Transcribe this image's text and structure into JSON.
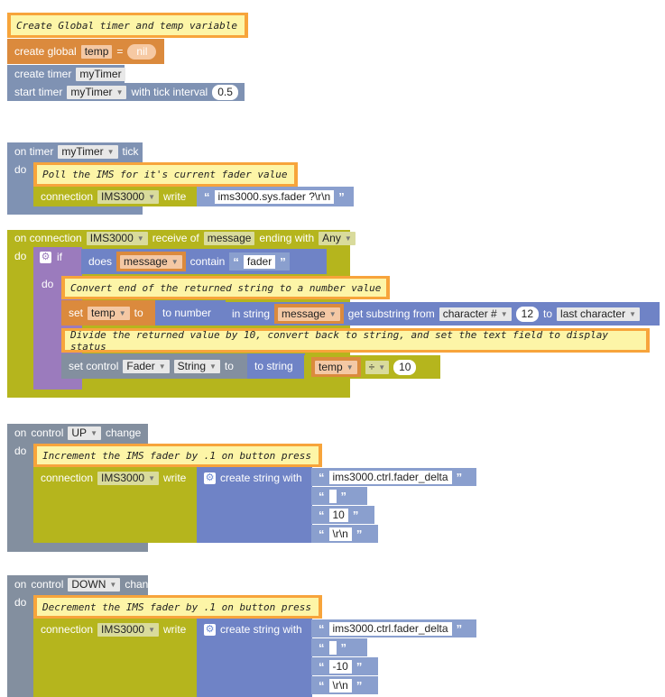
{
  "comments": {
    "c1": "Create Global timer and temp variable",
    "c2": "Poll the IMS for it's current fader value",
    "c3": "Convert end of the returned string to a number value",
    "c4": "Divide the returned value by 10, convert back to string, and set the text field to display status",
    "c5": "Increment the IMS fader by .1 on button press",
    "c6": "Decrement the IMS fader by .1 on button press"
  },
  "global": {
    "create_global": "create global",
    "var": "temp",
    "eq": "=",
    "nil": "nil",
    "create_timer": "create timer",
    "timer_name": "myTimer",
    "start_timer": "start timer",
    "with_tick": "with tick interval",
    "interval": "0.5"
  },
  "tick": {
    "on_timer": "on timer",
    "timer_name": "myTimer",
    "tick": "tick",
    "do": "do",
    "connection": "connection",
    "conn_name": "IMS3000",
    "write": "write",
    "value": "ims3000.sys.fader ?\\r\\n"
  },
  "receive": {
    "on_connection": "on connection",
    "conn_name": "IMS3000",
    "receive_of": "receive of",
    "message": "message",
    "ending_with": "ending with",
    "any": "Any",
    "do": "do",
    "if": "if",
    "does": "does",
    "contain": "contain",
    "fader": "fader",
    "set": "set",
    "to": "to",
    "to_number": "to number",
    "in_string": "in string",
    "get_substring_from": "get substring from",
    "character": "character #",
    "char_num": "12",
    "to2": "to",
    "last_character": "last character",
    "set_control": "set control",
    "control_name": "Fader",
    "string_prop": "String",
    "to_string": "to string",
    "div": "÷",
    "divisor": "10"
  },
  "up": {
    "on": "on",
    "control": "control",
    "control_name": "UP",
    "change": "change",
    "do": "do",
    "connection": "connection",
    "conn_name": "IMS3000",
    "write": "write",
    "create_string_with": "create string with",
    "s1": "ims3000.ctrl.fader_delta",
    "s2": " ",
    "s3": "10",
    "s4": "\\r\\n"
  },
  "down": {
    "on": "on",
    "control": "control",
    "control_name": "DOWN",
    "change": "change",
    "do": "do",
    "connection": "connection",
    "conn_name": "IMS3000",
    "write": "write",
    "create_string_with": "create string with",
    "s1": "ims3000.ctrl.fader_delta",
    "s2": " ",
    "s3": "-10",
    "s4": "\\r\\n"
  },
  "colors": {
    "comment_border": "#f7a43b",
    "comment_fill": "#fdf5a7",
    "variables": "#db8a3d",
    "timer": "#7f92b3",
    "connection": "#b5b51d",
    "control": "#838f9f",
    "logic": "#9b7bbd",
    "text": "#6f83c6"
  }
}
